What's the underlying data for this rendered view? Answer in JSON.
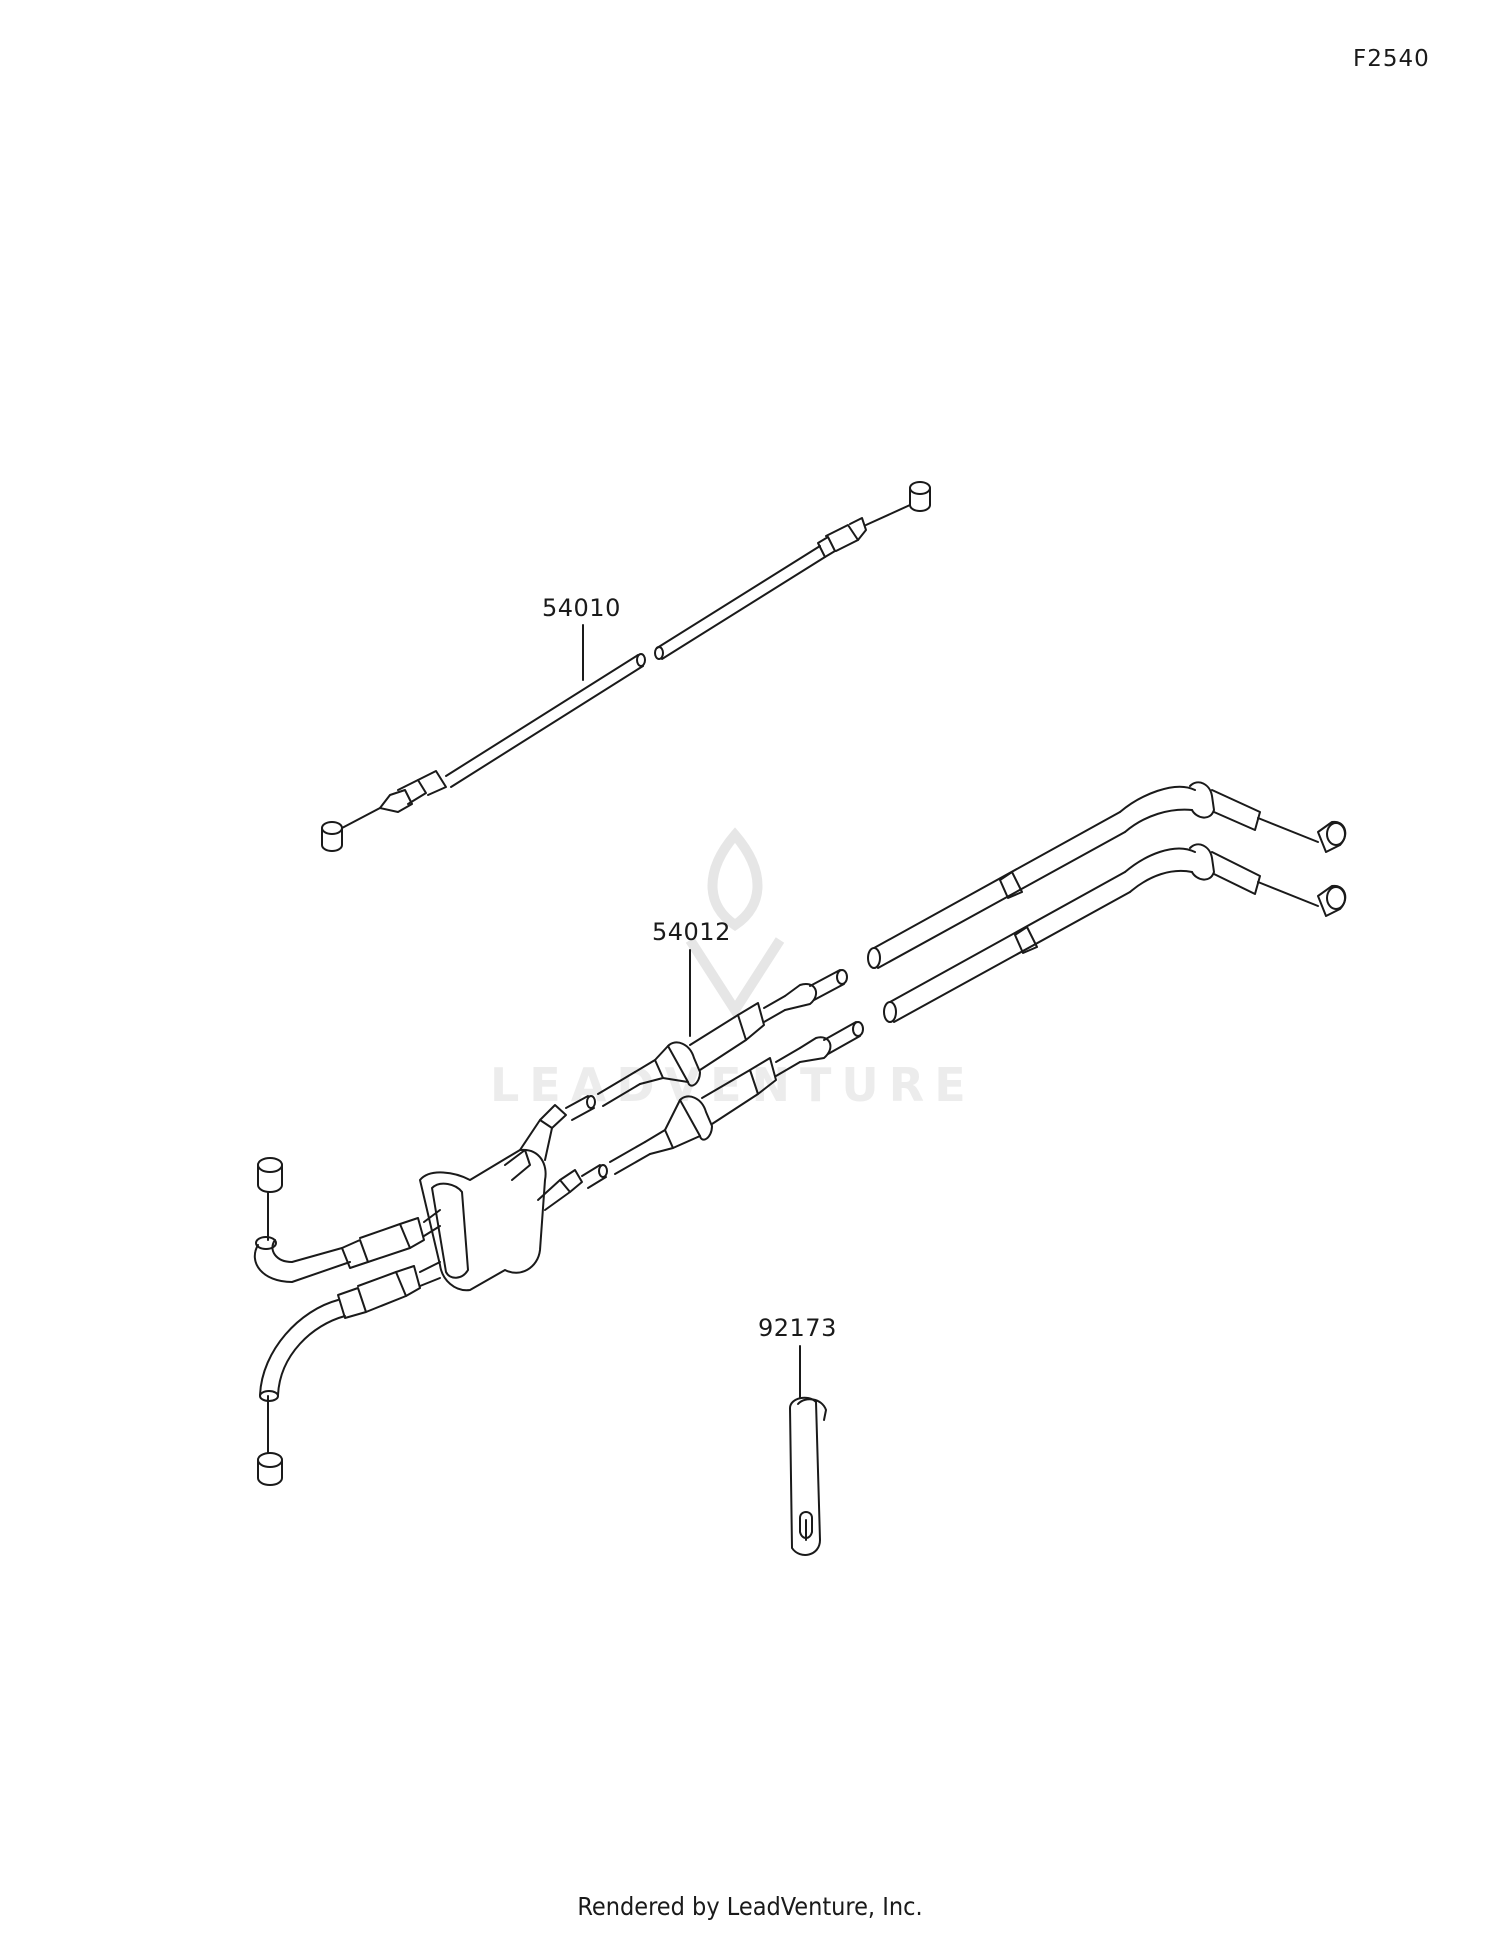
{
  "figure_code": "F2540",
  "parts": [
    {
      "number": "54010"
    },
    {
      "number": "54012"
    },
    {
      "number": "92173"
    }
  ],
  "watermark": {
    "text": "LEADVENTURE",
    "icon": "flame-v-logo-icon"
  },
  "footer": "Rendered by LeadVenture, Inc.",
  "colors": {
    "line": "#1a1a1a",
    "background": "#ffffff",
    "watermark": "#e6e6e6"
  }
}
